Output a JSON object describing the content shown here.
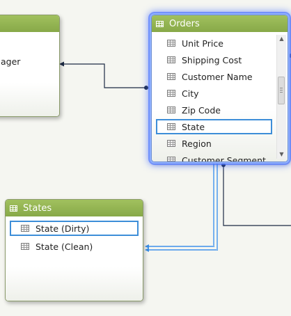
{
  "orders_table": {
    "title": "Orders",
    "fields": [
      {
        "label": "Unit Price"
      },
      {
        "label": "Shipping Cost"
      },
      {
        "label": "Customer Name"
      },
      {
        "label": "City"
      },
      {
        "label": "Zip Code"
      },
      {
        "label": "State",
        "highlighted": true
      },
      {
        "label": "Region"
      },
      {
        "label": "Customer Segment"
      }
    ]
  },
  "left_table": {
    "visible_field_fragment": "ager"
  },
  "states_table": {
    "title": "States",
    "fields": [
      {
        "label": "State (Dirty)",
        "highlighted": true
      },
      {
        "label": "State (Clean)"
      }
    ]
  },
  "colors": {
    "header_green": "#8fb04e",
    "selection_blue": "#3d8ed8",
    "relationship_line": "#1c2a44",
    "active_relationship": "#3a8ee6",
    "canvas_background": "#f5f6f1"
  },
  "icons": {
    "table": "table-grid-icon",
    "column": "column-grid-icon",
    "scroll_up": "scroll-up-arrow-icon",
    "scroll_down": "scroll-down-arrow-icon"
  }
}
